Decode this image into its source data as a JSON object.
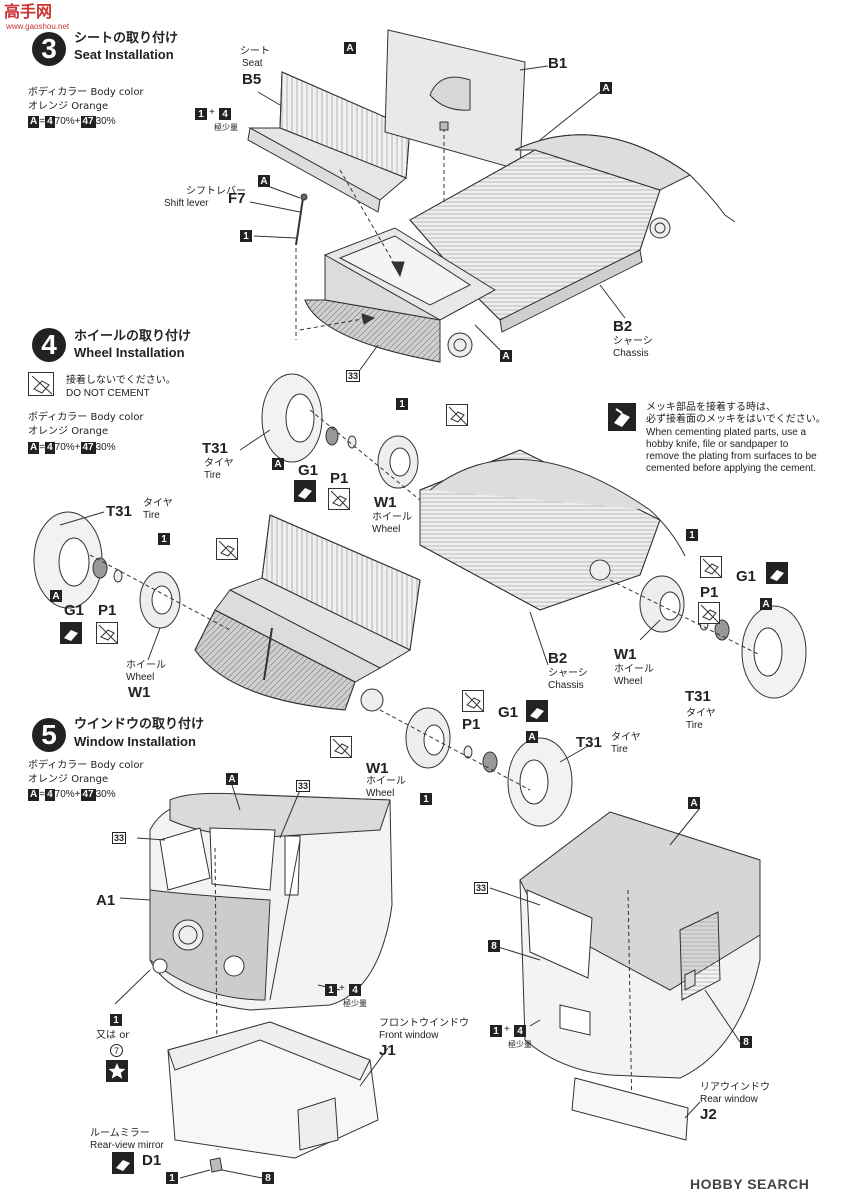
{
  "watermark_top": {
    "logo": "高手网",
    "url": "www.gaoshou.net"
  },
  "steps": {
    "s3": {
      "num": "3",
      "jp": "シートの取り付け",
      "en": "Seat Installation"
    },
    "s4": {
      "num": "4",
      "jp": "ホイールの取り付け",
      "en": "Wheel Installation"
    },
    "s5": {
      "num": "5",
      "jp": "ウインドウの取り付け",
      "en": "Window Installation"
    }
  },
  "body_color": {
    "jp": "ボディカラー",
    "en": "Body color",
    "jp2": "オレンジ",
    "en2": "Orange",
    "formula_a": "A",
    "eq": "=",
    "c1": "4",
    "p1": "70%",
    "plus": "+",
    "c2": "47",
    "p2": "30%"
  },
  "no_cement": {
    "jp": "接着しないでください。",
    "en": "DO NOT CEMENT"
  },
  "plating_note": {
    "jp1": "メッキ部品を接着する時は、",
    "jp2": "必ず接着面のメッキをはいでください。",
    "en1": "When cementing plated parts, use a",
    "en2": "hobby knife, file or sandpaper to",
    "en3": "remove the plating from surfaces to be",
    "en4": "cemented before applying the cement."
  },
  "labels": {
    "A": "A",
    "one": "1",
    "four": "4",
    "plus": "+",
    "eight": "8",
    "thirtythree": "33",
    "gokushoryo": "極少量",
    "or_jp": "又は",
    "or_en": "or",
    "seven": "7",
    "B1": "B1",
    "B2": "B2",
    "B5": "B5",
    "F7": "F7",
    "T31": "T31",
    "G1": "G1",
    "P1": "P1",
    "W1": "W1",
    "A1": "A1",
    "J1": "J1",
    "J2": "J2",
    "D1": "D1",
    "seat_jp": "シート",
    "seat_en": "Seat",
    "shift_jp": "シフトレバー",
    "shift_en": "Shift lever",
    "chassis_jp": "シャーシ",
    "chassis_en": "Chassis",
    "tire_jp": "タイヤ",
    "tire_en": "Tire",
    "wheel_jp": "ホイール",
    "wheel_en": "Wheel",
    "front_window_jp": "フロントウインドウ",
    "front_window_en": "Front window",
    "rear_window_jp": "リアウインドウ",
    "rear_window_en": "Rear window",
    "mirror_jp": "ルームミラー",
    "mirror_en": "Rear-view mirror"
  },
  "watermark_bottom": {
    "logo": "HOBBY SEARCH"
  }
}
